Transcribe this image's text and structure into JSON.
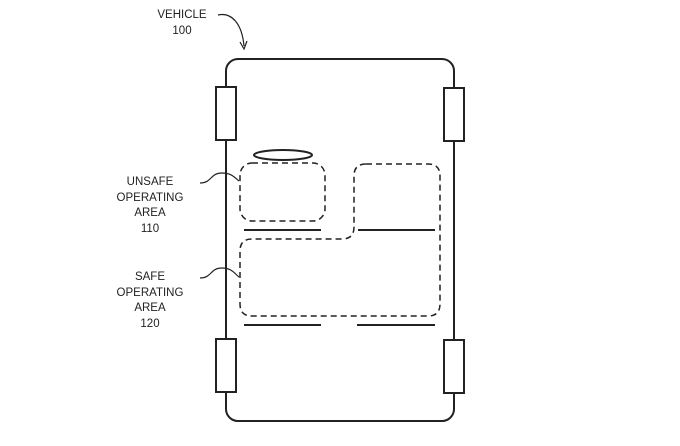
{
  "vehicle_label": {
    "name": "VEHICLE",
    "ref": "100"
  },
  "unsafe_label": {
    "line1": "UNSAFE",
    "line2": "OPERATING",
    "line3": "AREA",
    "ref": "110"
  },
  "safe_label": {
    "line1": "SAFE",
    "line2": "OPERATING",
    "line3": "AREA",
    "ref": "120"
  }
}
